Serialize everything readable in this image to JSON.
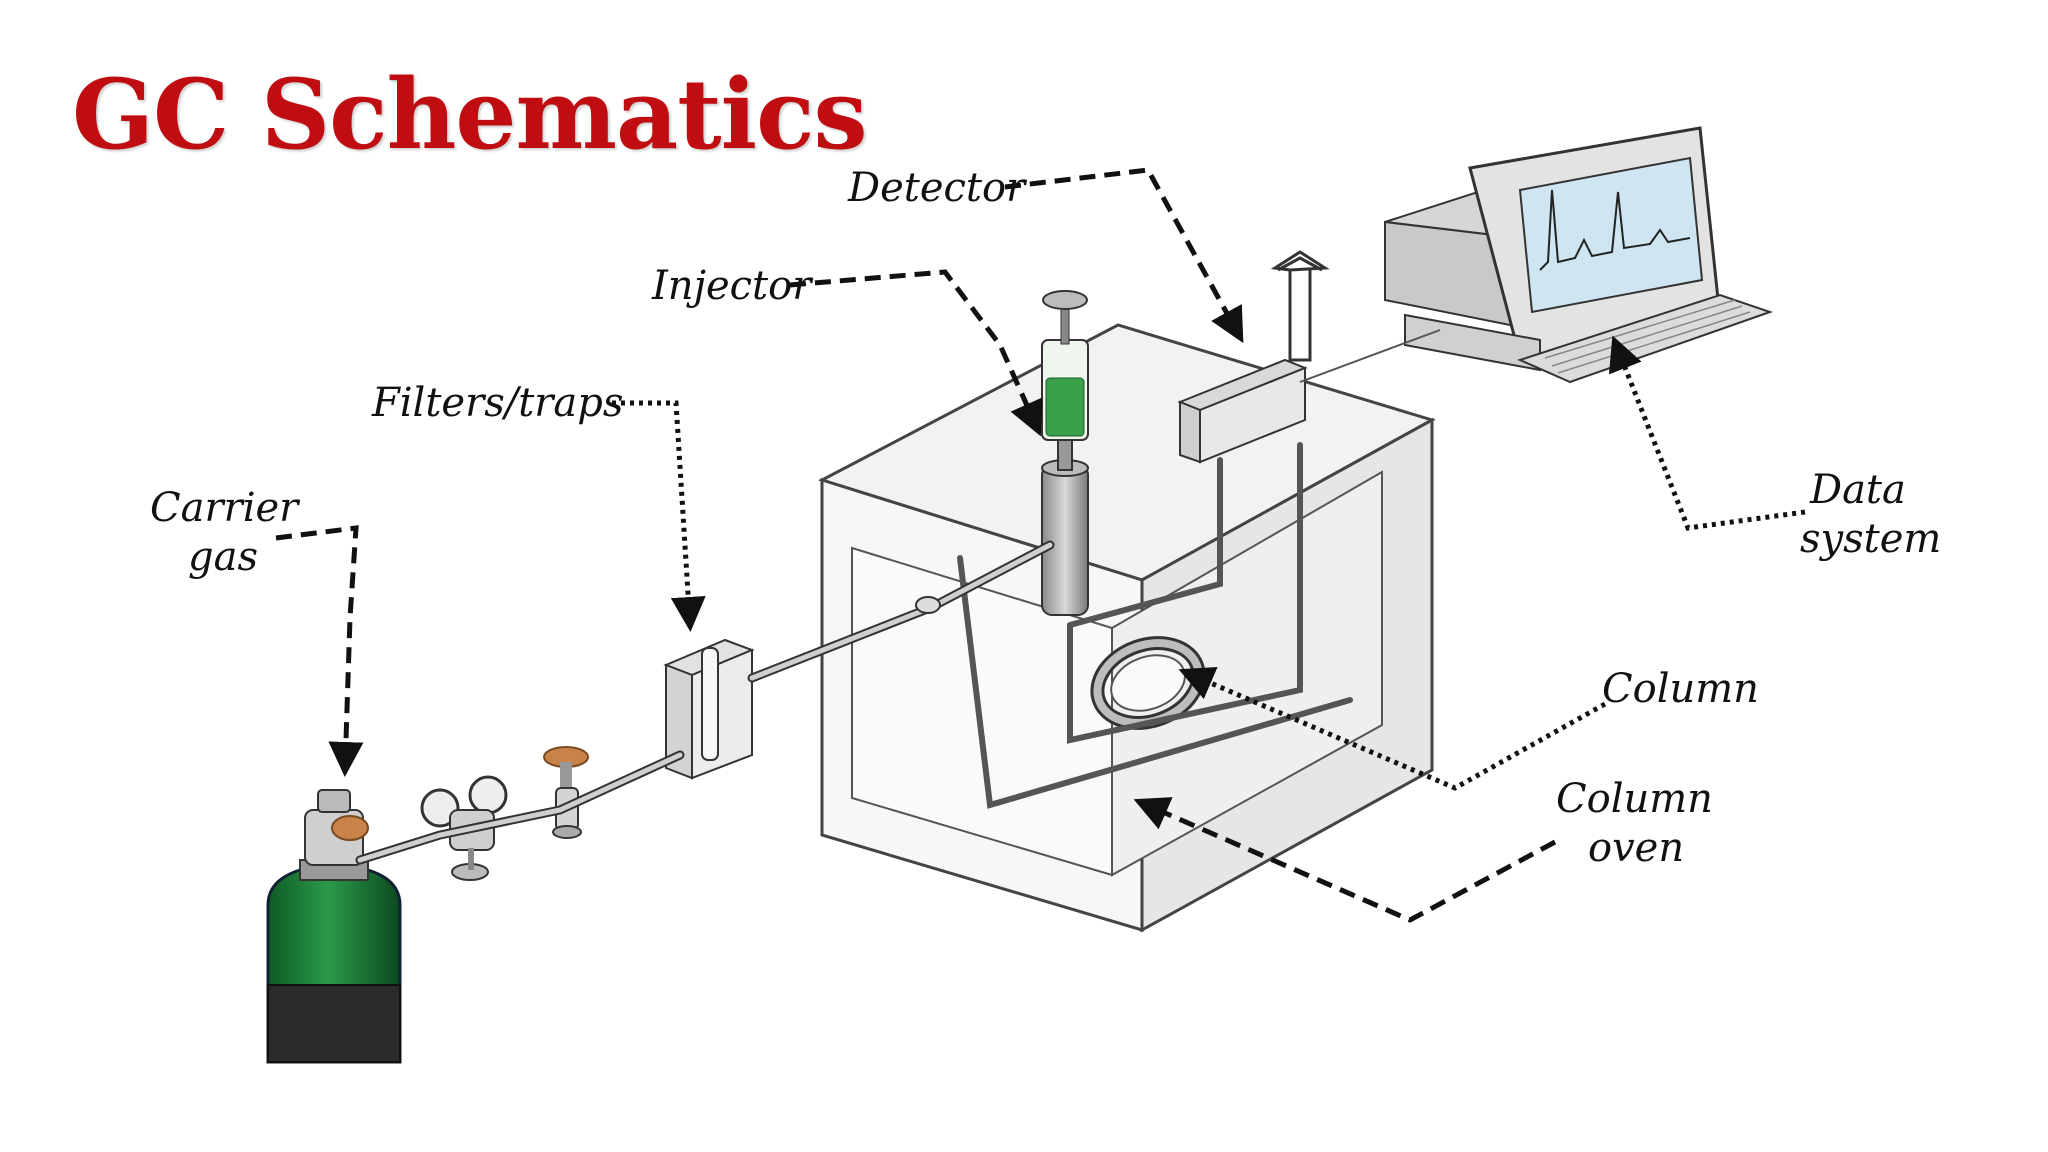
{
  "title": "GC Schematics",
  "labels": {
    "detector": "Detector",
    "injector": "Injector",
    "filters": "Filters/traps",
    "carrier_1": "Carrier",
    "carrier_2": "gas",
    "column": "Column",
    "oven_1": "Column",
    "oven_2": "oven",
    "data_1": "Data",
    "data_2": "system"
  },
  "colors": {
    "title": "#c00d12",
    "cylinder": "#1e7a3a",
    "cylinder_base": "#2b2b2b",
    "syringe_liquid": "#3aa04a",
    "screen": "#cfe6f2",
    "valve_knob": "#c9824a"
  }
}
